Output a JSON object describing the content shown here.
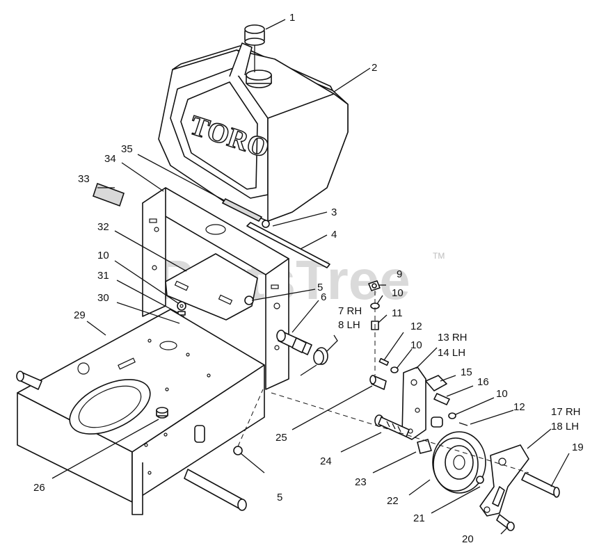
{
  "watermark": {
    "text": "PartsTree",
    "tm": "TM"
  },
  "brand_logo": "TORO",
  "callouts": [
    {
      "id": "c1",
      "text": "1"
    },
    {
      "id": "c2",
      "text": "2"
    },
    {
      "id": "c3",
      "text": "3"
    },
    {
      "id": "c4",
      "text": "4"
    },
    {
      "id": "c5a",
      "text": "5"
    },
    {
      "id": "c5b",
      "text": "5"
    },
    {
      "id": "c6",
      "text": "6"
    },
    {
      "id": "c7",
      "text": "7 RH"
    },
    {
      "id": "c8",
      "text": "8 LH"
    },
    {
      "id": "c9",
      "text": "9"
    },
    {
      "id": "c10a",
      "text": "10"
    },
    {
      "id": "c10b",
      "text": "10"
    },
    {
      "id": "c10c",
      "text": "10"
    },
    {
      "id": "c10d",
      "text": "10"
    },
    {
      "id": "c11",
      "text": "11"
    },
    {
      "id": "c12a",
      "text": "12"
    },
    {
      "id": "c12b",
      "text": "12"
    },
    {
      "id": "c13",
      "text": "13 RH"
    },
    {
      "id": "c14",
      "text": "14 LH"
    },
    {
      "id": "c15",
      "text": "15"
    },
    {
      "id": "c16",
      "text": "16"
    },
    {
      "id": "c17",
      "text": "17 RH"
    },
    {
      "id": "c18",
      "text": "18 LH"
    },
    {
      "id": "c19",
      "text": "19"
    },
    {
      "id": "c20",
      "text": "20"
    },
    {
      "id": "c21",
      "text": "21"
    },
    {
      "id": "c22",
      "text": "22"
    },
    {
      "id": "c23",
      "text": "23"
    },
    {
      "id": "c24",
      "text": "24"
    },
    {
      "id": "c25",
      "text": "25"
    },
    {
      "id": "c26",
      "text": "26"
    },
    {
      "id": "c29",
      "text": "29"
    },
    {
      "id": "c30",
      "text": "30"
    },
    {
      "id": "c31",
      "text": "31"
    },
    {
      "id": "c32",
      "text": "32"
    },
    {
      "id": "c33",
      "text": "33"
    },
    {
      "id": "c34",
      "text": "34"
    },
    {
      "id": "c35",
      "text": "35"
    }
  ]
}
